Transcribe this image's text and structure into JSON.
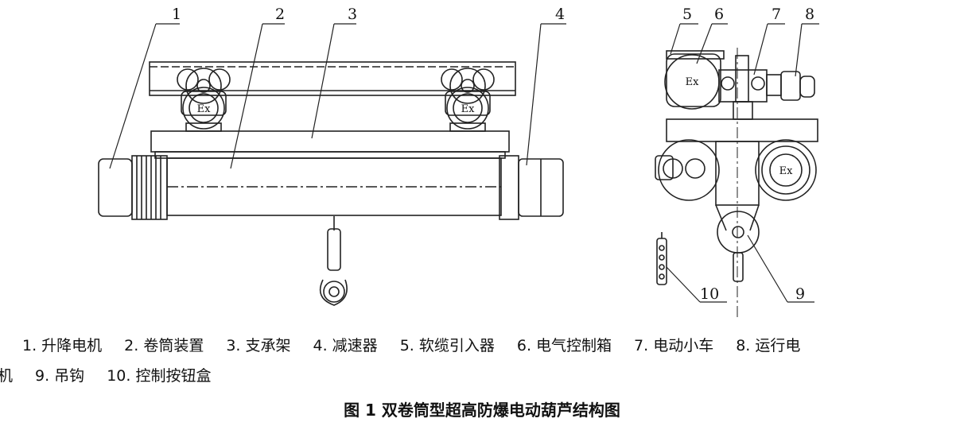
{
  "labels": {
    "n1": "1",
    "n2": "2",
    "n3": "3",
    "n4": "4",
    "n5": "5",
    "n6": "6",
    "n7": "7",
    "n8": "8",
    "n9": "9",
    "n10": "10"
  },
  "ex_marks": {
    "left_motor": "Ex",
    "right_motor": "Ex",
    "control_box": "Ex",
    "side_drum": "Ex"
  },
  "legend": {
    "line1": [
      "1. 升降电机",
      "2. 卷筒装置",
      "3. 支承架",
      "4. 减速器",
      "5. 软缆引入器",
      "6. 电气控制箱",
      "7. 电动小车",
      "8. 运行电"
    ],
    "line2": [
      "机",
      "9. 吊钩",
      "10. 控制按钮盒"
    ]
  },
  "figure_title": "图 1   双卷筒型超高防爆电动葫芦结构图"
}
